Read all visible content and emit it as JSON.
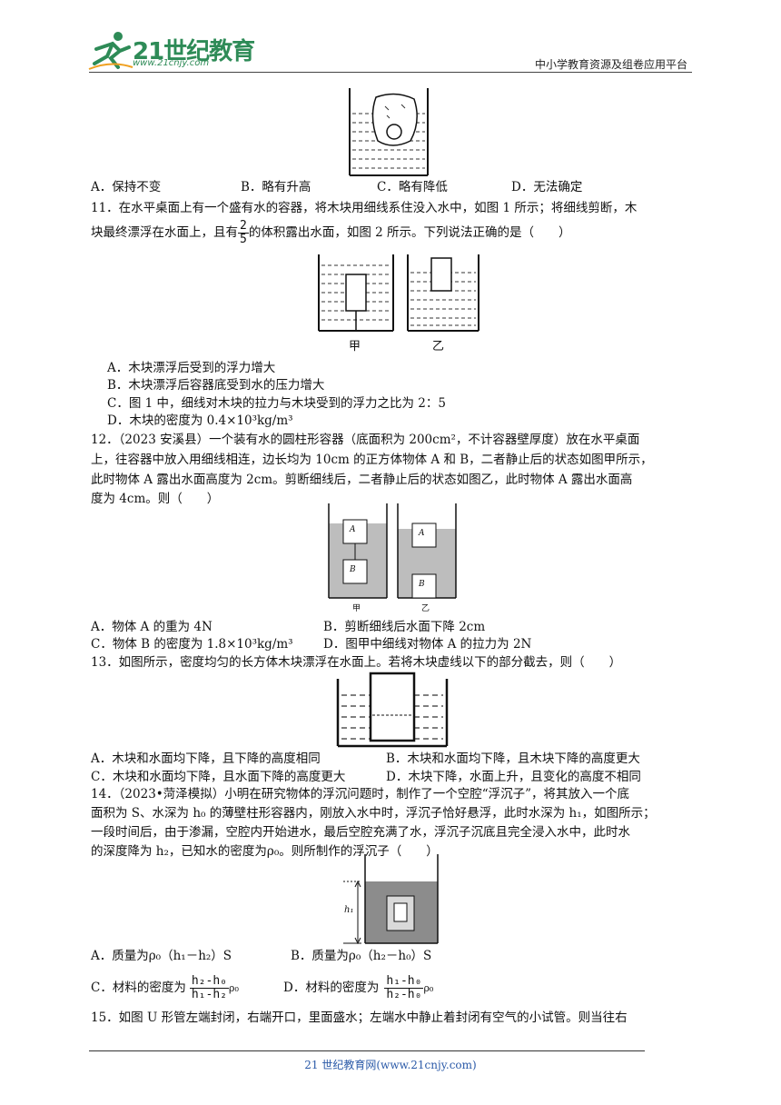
{
  "header": {
    "logo_text": "21世纪教育",
    "logo_url": "www.21cnjy.com",
    "right_text": "中小学教育资源及组卷应用平台"
  },
  "q10_options": {
    "a": "A．保持不变",
    "b": "B．略有升高",
    "c": "C．略有降低",
    "d": "D．无法确定"
  },
  "q11": {
    "line1": "11．在水平桌面上有一个盛有水的容器，将木块用细线系住没入水中，如图 1 所示；将细线剪断，木",
    "line2a": "块最终漂浮在水面上，且有",
    "frac_num": "2",
    "frac_den": "5",
    "line2b": "的体积露出水面，如图 2 所示。下列说法正确的是（　　）",
    "fig_label_left": "甲",
    "fig_label_right": "乙",
    "opt_a": "A．木块漂浮后受到的浮力增大",
    "opt_b": "B．木块漂浮后容器底受到水的压力增大",
    "opt_c": "C．图 1 中，细线对木块的拉力与木块受到的浮力之比为 2：5",
    "opt_d": "D．木块的密度为 0.4×10³kg/m³"
  },
  "q12": {
    "line1": "12．（2023 安溪县）一个装有水的圆柱形容器（底面积为 200cm²，不计容器壁厚度）放在水平桌面",
    "line2": "上，往容器中放入用细线相连，边长均为 10cm 的正方体物体 A 和 B，二者静止后的状态如图甲所示，",
    "line3": "此时物体 A 露出水面高度为 2cm。剪断细线后，二者静止后的状态如图乙，此时物体 A 露出水面高",
    "line4": "度为 4cm。则（　　）",
    "label_a": "A",
    "label_b": "B",
    "fig_label_left": "甲",
    "fig_label_right": "乙",
    "opt_a": "A．物体 A 的重为 4N",
    "opt_b": "B．剪断细线后水面下降 2cm",
    "opt_c": "C．物体 B 的密度为 1.8×10³kg/m³",
    "opt_d": "D．图甲中细线对物体 A 的拉力为 2N"
  },
  "q13": {
    "line1": "13．如图所示，密度均匀的长方体木块漂浮在水面上。若将木块虚线以下的部分截去，则（　　）",
    "opt_a": "A．木块和水面均下降，且下降的高度相同",
    "opt_b": "B．木块和水面均下降，且木块下降的高度更大",
    "opt_c": "C．木块和水面均下降，且水面下降的高度更大",
    "opt_d": "D．木块下降，水面上升，且变化的高度不相同"
  },
  "q14": {
    "line1": "14．（2023•菏泽模拟）小明在研究物体的浮沉问题时，制作了一个空腔“浮沉子”，将其放入一个底",
    "line2": "面积为 S、水深为 h₀ 的薄壁柱形容器内，刚放入水中时，浮沉子恰好悬浮，此时水深为 h₁，如图所示；",
    "line3": "一段时间后，由于渗漏，空腔内开始进水，最后空腔充满了水，浮沉子沉底且完全浸入水中，此时水",
    "line4": "的深度降为 h₂，已知水的密度为ρ₀。则所制作的浮沉子（　　）",
    "fig_h_label": "h₁",
    "opt_a": "A．质量为ρ₀（h₁－h₂）S",
    "opt_b": "B．质量为ρ₀（h₂－h₀）S",
    "opt_c_pre": "C．材料的密度为",
    "opt_c_num": "h₂-h₀",
    "opt_c_den": "h₁-h₂",
    "opt_c_post": "ρ₀",
    "opt_d_pre": "D．材料的密度为",
    "opt_d_num": "h₁-h₀",
    "opt_d_den": "h₂-h₀",
    "opt_d_post": "ρ₀"
  },
  "q15": {
    "line1": "15．如图 U 形管左端封闭，右端开口，里面盛水；左端水中静止着封闭有空气的小试管。则当往右"
  },
  "footer": {
    "text": "21 世纪教育网(www.21cnjy.com)"
  },
  "colors": {
    "logo": "#2e8b57",
    "footer": "#2b5aa8",
    "gray_water": "#bdbdbd"
  }
}
